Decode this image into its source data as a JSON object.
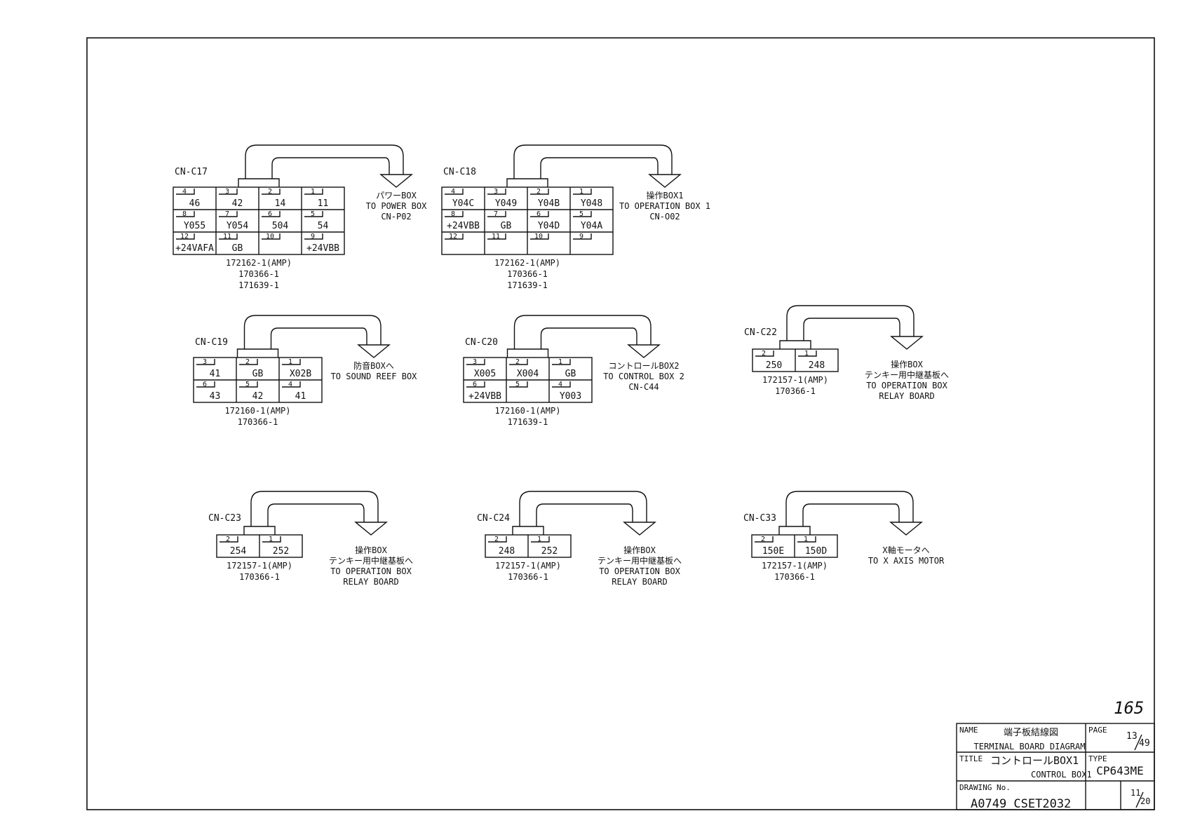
{
  "connectors": [
    {
      "id": "CN-C17",
      "pins": [
        [
          {
            "n": "4",
            "v": "46"
          },
          {
            "n": "3",
            "v": "42"
          },
          {
            "n": "2",
            "v": "14"
          },
          {
            "n": "1",
            "v": "11"
          }
        ],
        [
          {
            "n": "8",
            "v": "Y055"
          },
          {
            "n": "7",
            "v": "Y054"
          },
          {
            "n": "6",
            "v": "504"
          },
          {
            "n": "5",
            "v": "54"
          }
        ],
        [
          {
            "n": "12",
            "v": "+24VAFA"
          },
          {
            "n": "11",
            "v": "GB"
          },
          {
            "n": "10",
            "v": ""
          },
          {
            "n": "9",
            "v": "+24VBB"
          }
        ]
      ],
      "parts": [
        "172162-1(AMP)",
        "170366-1",
        "171639-1"
      ],
      "dest": [
        "パワーBOX",
        "TO POWER BOX",
        "CN-P02"
      ]
    },
    {
      "id": "CN-C18",
      "pins": [
        [
          {
            "n": "4",
            "v": "Y04C"
          },
          {
            "n": "3",
            "v": "Y049"
          },
          {
            "n": "2",
            "v": "Y04B"
          },
          {
            "n": "1",
            "v": "Y048"
          }
        ],
        [
          {
            "n": "8",
            "v": "+24VBB"
          },
          {
            "n": "7",
            "v": "GB"
          },
          {
            "n": "6",
            "v": "Y04D"
          },
          {
            "n": "5",
            "v": "Y04A"
          }
        ],
        [
          {
            "n": "12",
            "v": ""
          },
          {
            "n": "11",
            "v": ""
          },
          {
            "n": "10",
            "v": ""
          },
          {
            "n": "9",
            "v": ""
          }
        ]
      ],
      "parts": [
        "172162-1(AMP)",
        "170366-1",
        "171639-1"
      ],
      "dest": [
        "操作BOX1",
        "TO OPERATION BOX 1",
        "CN-O02"
      ]
    },
    {
      "id": "CN-C19",
      "pins": [
        [
          {
            "n": "3",
            "v": "41"
          },
          {
            "n": "2",
            "v": "GB"
          },
          {
            "n": "1",
            "v": "X02B"
          }
        ],
        [
          {
            "n": "6",
            "v": "43"
          },
          {
            "n": "5",
            "v": "42"
          },
          {
            "n": "4",
            "v": "41"
          }
        ]
      ],
      "parts": [
        "172160-1(AMP)",
        "170366-1"
      ],
      "dest": [
        "防音BOXへ",
        "TO SOUND REEF BOX"
      ]
    },
    {
      "id": "CN-C20",
      "pins": [
        [
          {
            "n": "3",
            "v": "X005"
          },
          {
            "n": "2",
            "v": "X004"
          },
          {
            "n": "1",
            "v": "GB"
          }
        ],
        [
          {
            "n": "6",
            "v": "+24VBB"
          },
          {
            "n": "5",
            "v": ""
          },
          {
            "n": "4",
            "v": "Y003"
          }
        ]
      ],
      "parts": [
        "172160-1(AMP)",
        "171639-1"
      ],
      "dest": [
        "コントロールBOX2",
        "TO CONTROL BOX 2",
        "CN-C44"
      ]
    },
    {
      "id": "CN-C22",
      "pins": [
        [
          {
            "n": "2",
            "v": "250"
          },
          {
            "n": "1",
            "v": "248"
          }
        ]
      ],
      "parts": [
        "172157-1(AMP)",
        "170366-1"
      ],
      "dest": [
        "操作BOX",
        "テンキー用中継基板へ",
        "TO OPERATION BOX",
        "RELAY BOARD"
      ]
    },
    {
      "id": "CN-C23",
      "pins": [
        [
          {
            "n": "2",
            "v": "254"
          },
          {
            "n": "1",
            "v": "252"
          }
        ]
      ],
      "parts": [
        "172157-1(AMP)",
        "170366-1"
      ],
      "dest": [
        "操作BOX",
        "テンキー用中継基板へ",
        "TO OPERATION BOX",
        "RELAY BOARD"
      ]
    },
    {
      "id": "CN-C24",
      "pins": [
        [
          {
            "n": "2",
            "v": "248"
          },
          {
            "n": "1",
            "v": "252"
          }
        ]
      ],
      "parts": [
        "172157-1(AMP)",
        "170366-1"
      ],
      "dest": [
        "操作BOX",
        "テンキー用中継基板へ",
        "TO OPERATION BOX",
        "RELAY BOARD"
      ]
    },
    {
      "id": "CN-C33",
      "pins": [
        [
          {
            "n": "2",
            "v": "150E"
          },
          {
            "n": "1",
            "v": "150D"
          }
        ]
      ],
      "parts": [
        "172157-1(AMP)",
        "170366-1"
      ],
      "dest": [
        "X軸モータへ",
        "TO X AXIS MOTOR"
      ]
    }
  ],
  "title_block": {
    "name_label": "NAME",
    "name_jp": "端子板結線図",
    "name_en": "TERMINAL BOARD DIAGRAM",
    "page_label": "PAGE",
    "page_num": "13",
    "page_total": "49",
    "title_label": "TITLE",
    "title_jp": "コントロールBOX1",
    "title_en": "CONTROL BOX1",
    "type_label": "TYPE",
    "type_value": "CP643ME",
    "drawing_label": "DRAWING No.",
    "drawing_value": "A0749 CSET2032",
    "sheet_num": "11",
    "sheet_total": "20"
  },
  "handwritten_number": "165"
}
